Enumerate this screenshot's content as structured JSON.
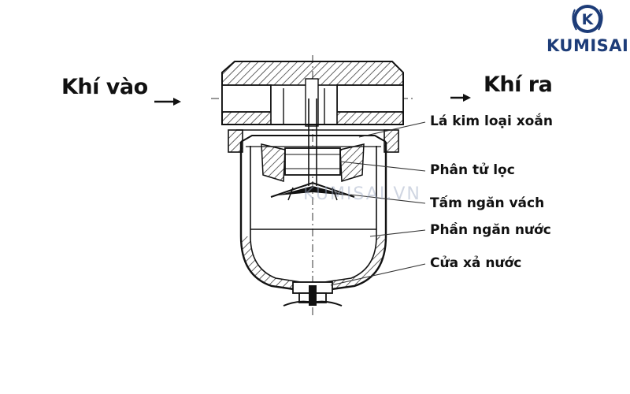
{
  "brand": {
    "logo_letter": "K",
    "name": "KUMISAI",
    "watermark": "KUMISAI.VN",
    "color": "#1d3c78"
  },
  "flow": {
    "inlet": "Khí vào",
    "outlet": "Khí ra"
  },
  "callouts": [
    {
      "id": "spiral-vane",
      "label": "Lá kim loại xoắn"
    },
    {
      "id": "filter-element",
      "label": "Phân tử lọc"
    },
    {
      "id": "baffle-plate",
      "label": "Tấm ngăn vách"
    },
    {
      "id": "water-separation",
      "label": "Phần ngăn nước"
    },
    {
      "id": "drain-outlet",
      "label": "Cửa xả nước"
    }
  ],
  "colors": {
    "line": "#111111",
    "hatch": "#222222"
  }
}
